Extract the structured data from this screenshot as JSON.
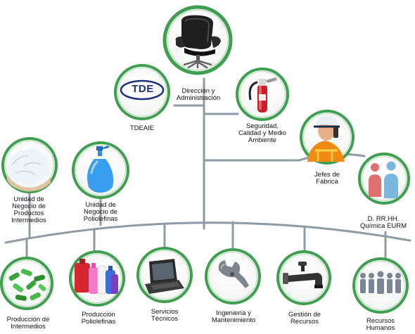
{
  "colors": {
    "connector": "#8e9aa4",
    "ring": "#3f9e4f",
    "ring_highlight": "#bfe3c3",
    "logo_blue": "#1f2f7a"
  },
  "top": {
    "direccion": {
      "label_line1": "Dirección y",
      "label_line2": "Administración",
      "icon": "office-chair-icon"
    },
    "tdeaie": {
      "logo_text": "TDE",
      "label": "TDEAIE",
      "icon": "tde-logo-icon"
    },
    "seguridad": {
      "label_line1": "Seguridad,",
      "label_line2": "Calidad y Medio",
      "label_line3": "Ambiente",
      "icon": "fire-extinguisher-icon"
    },
    "jefes": {
      "label_line1": "Jefes de",
      "label_line2": "Fábrica",
      "icon": "worker-helmet-icon"
    },
    "rrhh_eurm": {
      "label_line1": "D. RR.HH.",
      "label_line2": "Química EURM",
      "icon": "people-group-icon"
    },
    "intermedios": {
      "label_line1": "Unidad de",
      "label_line2": "Negocio de",
      "label_line3": "Productos",
      "label_line4": "Intermedios",
      "icon": "salt-pile-icon"
    },
    "poliolefinas": {
      "label_line1": "Unidad de",
      "label_line2": "Negocio de",
      "label_line3": "Poliolefinas",
      "icon": "plastic-bottle-icon"
    }
  },
  "bottom": {
    "prod_intermedios": {
      "label_line1": "Producción de",
      "label_line2": "Intermedios",
      "icon": "green-pellets-icon"
    },
    "prod_poliolefinas": {
      "label_line1": "Producción",
      "label_line2": "Poliolefinas",
      "icon": "plastic-containers-icon"
    },
    "servicios": {
      "label_line1": "Servicios",
      "label_line2": "Técnicos",
      "icon": "laptop-icon"
    },
    "ingenieria": {
      "label_line1": "Ingeniería y",
      "label_line2": "Mantenimiento",
      "icon": "wrench-icon"
    },
    "gestion": {
      "label_line1": "Gestión de",
      "label_line2": "Recursos",
      "icon": "water-tap-icon"
    },
    "rrhh": {
      "label_line1": "Recursos",
      "label_line2": "Humanos",
      "icon": "people-silhouettes-icon"
    }
  }
}
